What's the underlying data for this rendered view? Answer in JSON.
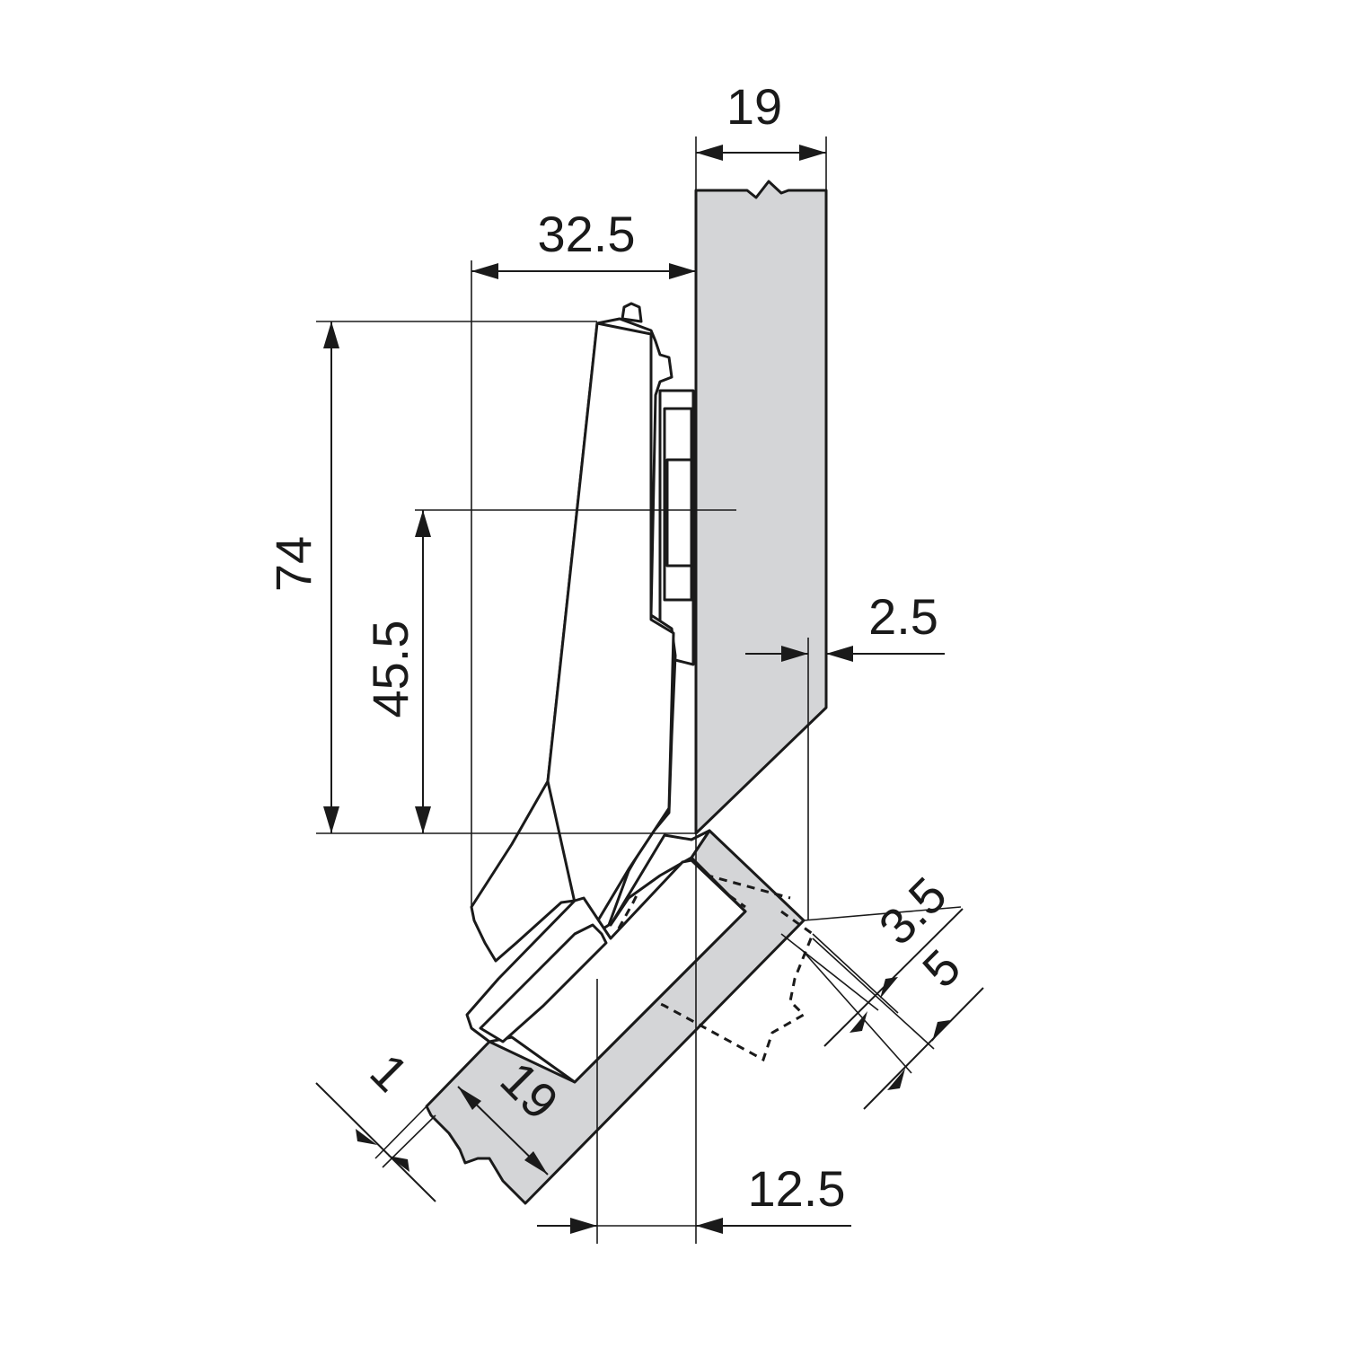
{
  "colors": {
    "panel_fill": "#d4d5d7",
    "line": "#1a1a1a",
    "background": "#ffffff"
  },
  "dimensions": {
    "side_panel_thickness": "19",
    "hinge_depth": "32.5",
    "cup_height": "74",
    "plate_height": "45.5",
    "chamfer_offset": "2.5",
    "gap_3_5": "3.5",
    "gap_5": "5",
    "door_thickness": "19",
    "door_gap": "1",
    "cup_offset": "12.5"
  }
}
